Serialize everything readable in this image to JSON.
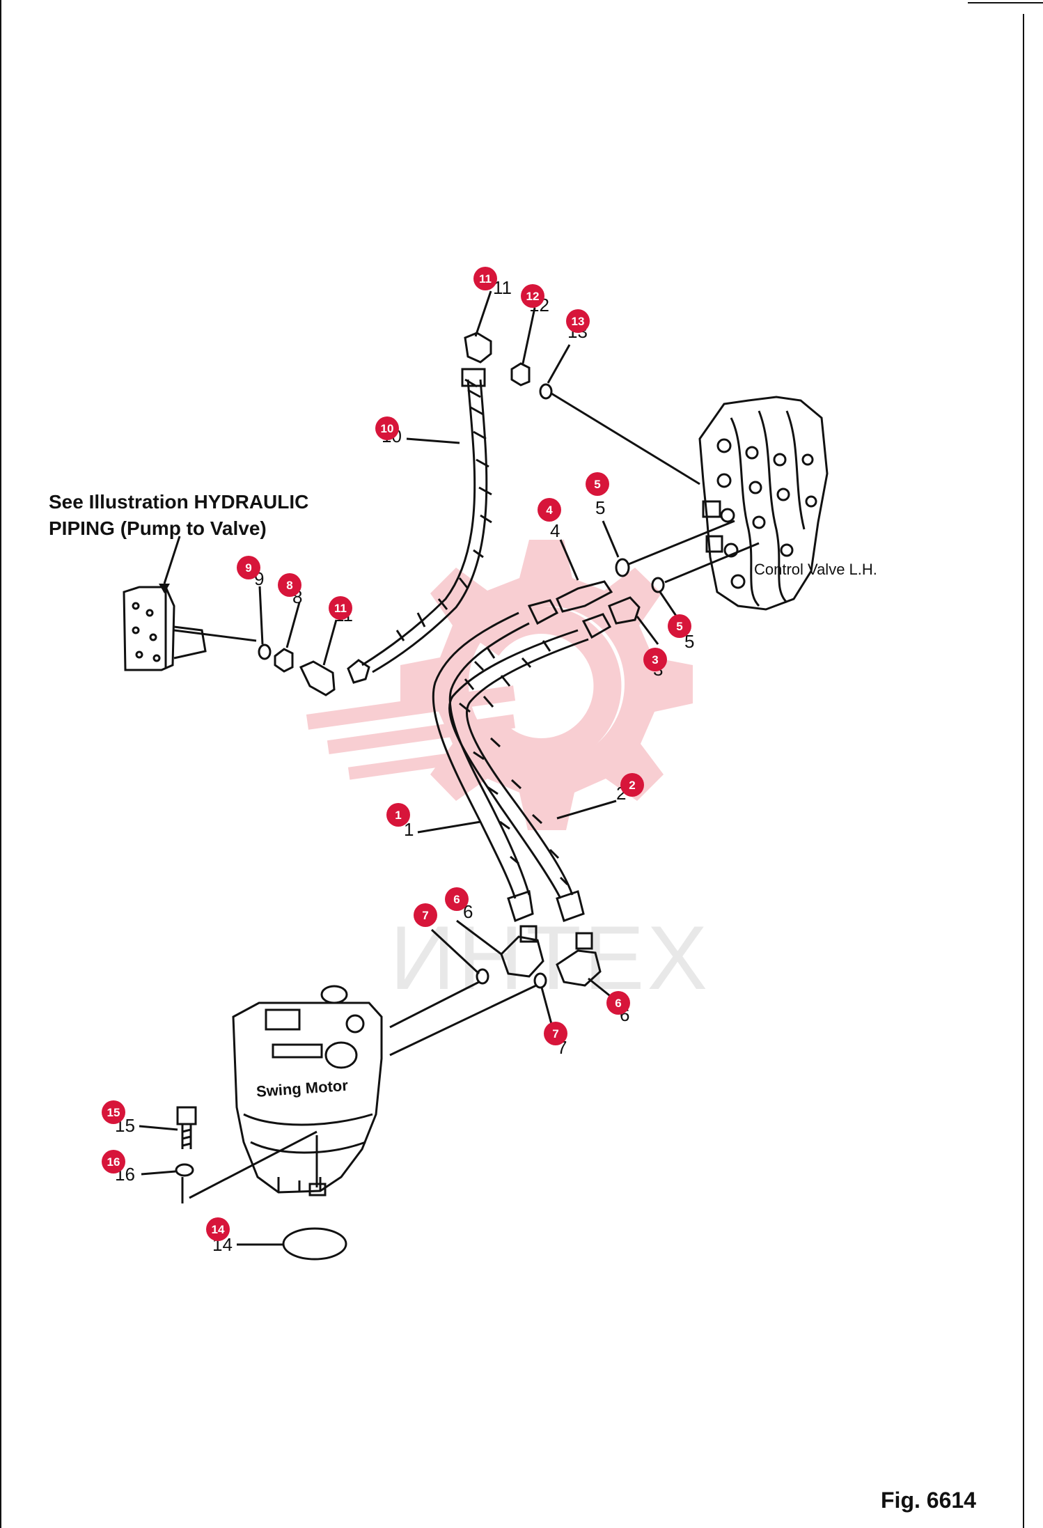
{
  "note": {
    "line1": "See Illustration HYDRAULIC",
    "line2": "PIPING (Pump to Valve)"
  },
  "labels": {
    "control_valve": "Control Valve L.H.",
    "swing_motor": "Swing Motor"
  },
  "figure_label": "Fig. 6614",
  "watermark_text": "ИНТЕХ",
  "colors": {
    "callout": "#d7153a",
    "watermark": "#f2a7ae",
    "line": "#111111"
  },
  "callouts": [
    {
      "id": "callout-11-top",
      "text": "11"
    },
    {
      "id": "callout-12",
      "text": "12"
    },
    {
      "id": "callout-13",
      "text": "13"
    },
    {
      "id": "callout-10",
      "text": "10"
    },
    {
      "id": "callout-5-top",
      "text": "5"
    },
    {
      "id": "callout-4",
      "text": "4"
    },
    {
      "id": "callout-9",
      "text": "9"
    },
    {
      "id": "callout-8",
      "text": "8"
    },
    {
      "id": "callout-11-mid",
      "text": "11"
    },
    {
      "id": "callout-5-right",
      "text": "5"
    },
    {
      "id": "callout-3",
      "text": "3"
    },
    {
      "id": "callout-2",
      "text": "2"
    },
    {
      "id": "callout-1",
      "text": "1"
    },
    {
      "id": "callout-6-left",
      "text": "6"
    },
    {
      "id": "callout-7-left",
      "text": "7"
    },
    {
      "id": "callout-6-right",
      "text": "6"
    },
    {
      "id": "callout-7-right",
      "text": "7"
    },
    {
      "id": "callout-15",
      "text": "15"
    },
    {
      "id": "callout-16",
      "text": "16"
    },
    {
      "id": "callout-14",
      "text": "14"
    }
  ],
  "part_numbers": [
    {
      "id": "pn-11-top",
      "text": "11"
    },
    {
      "id": "pn-12",
      "text": "12"
    },
    {
      "id": "pn-13",
      "text": "13"
    },
    {
      "id": "pn-10",
      "text": "10"
    },
    {
      "id": "pn-5-top",
      "text": "5"
    },
    {
      "id": "pn-4",
      "text": "4"
    },
    {
      "id": "pn-9",
      "text": "9"
    },
    {
      "id": "pn-8",
      "text": "8"
    },
    {
      "id": "pn-11-mid",
      "text": "11"
    },
    {
      "id": "pn-5-right",
      "text": "5"
    },
    {
      "id": "pn-3",
      "text": "3"
    },
    {
      "id": "pn-2",
      "text": "2"
    },
    {
      "id": "pn-1",
      "text": "1"
    },
    {
      "id": "pn-6-left",
      "text": "6"
    },
    {
      "id": "pn-7-left",
      "text": "7"
    },
    {
      "id": "pn-6-right",
      "text": "6"
    },
    {
      "id": "pn-7-right",
      "text": "7"
    },
    {
      "id": "pn-15",
      "text": "15"
    },
    {
      "id": "pn-16",
      "text": "16"
    },
    {
      "id": "pn-14",
      "text": "14"
    }
  ]
}
